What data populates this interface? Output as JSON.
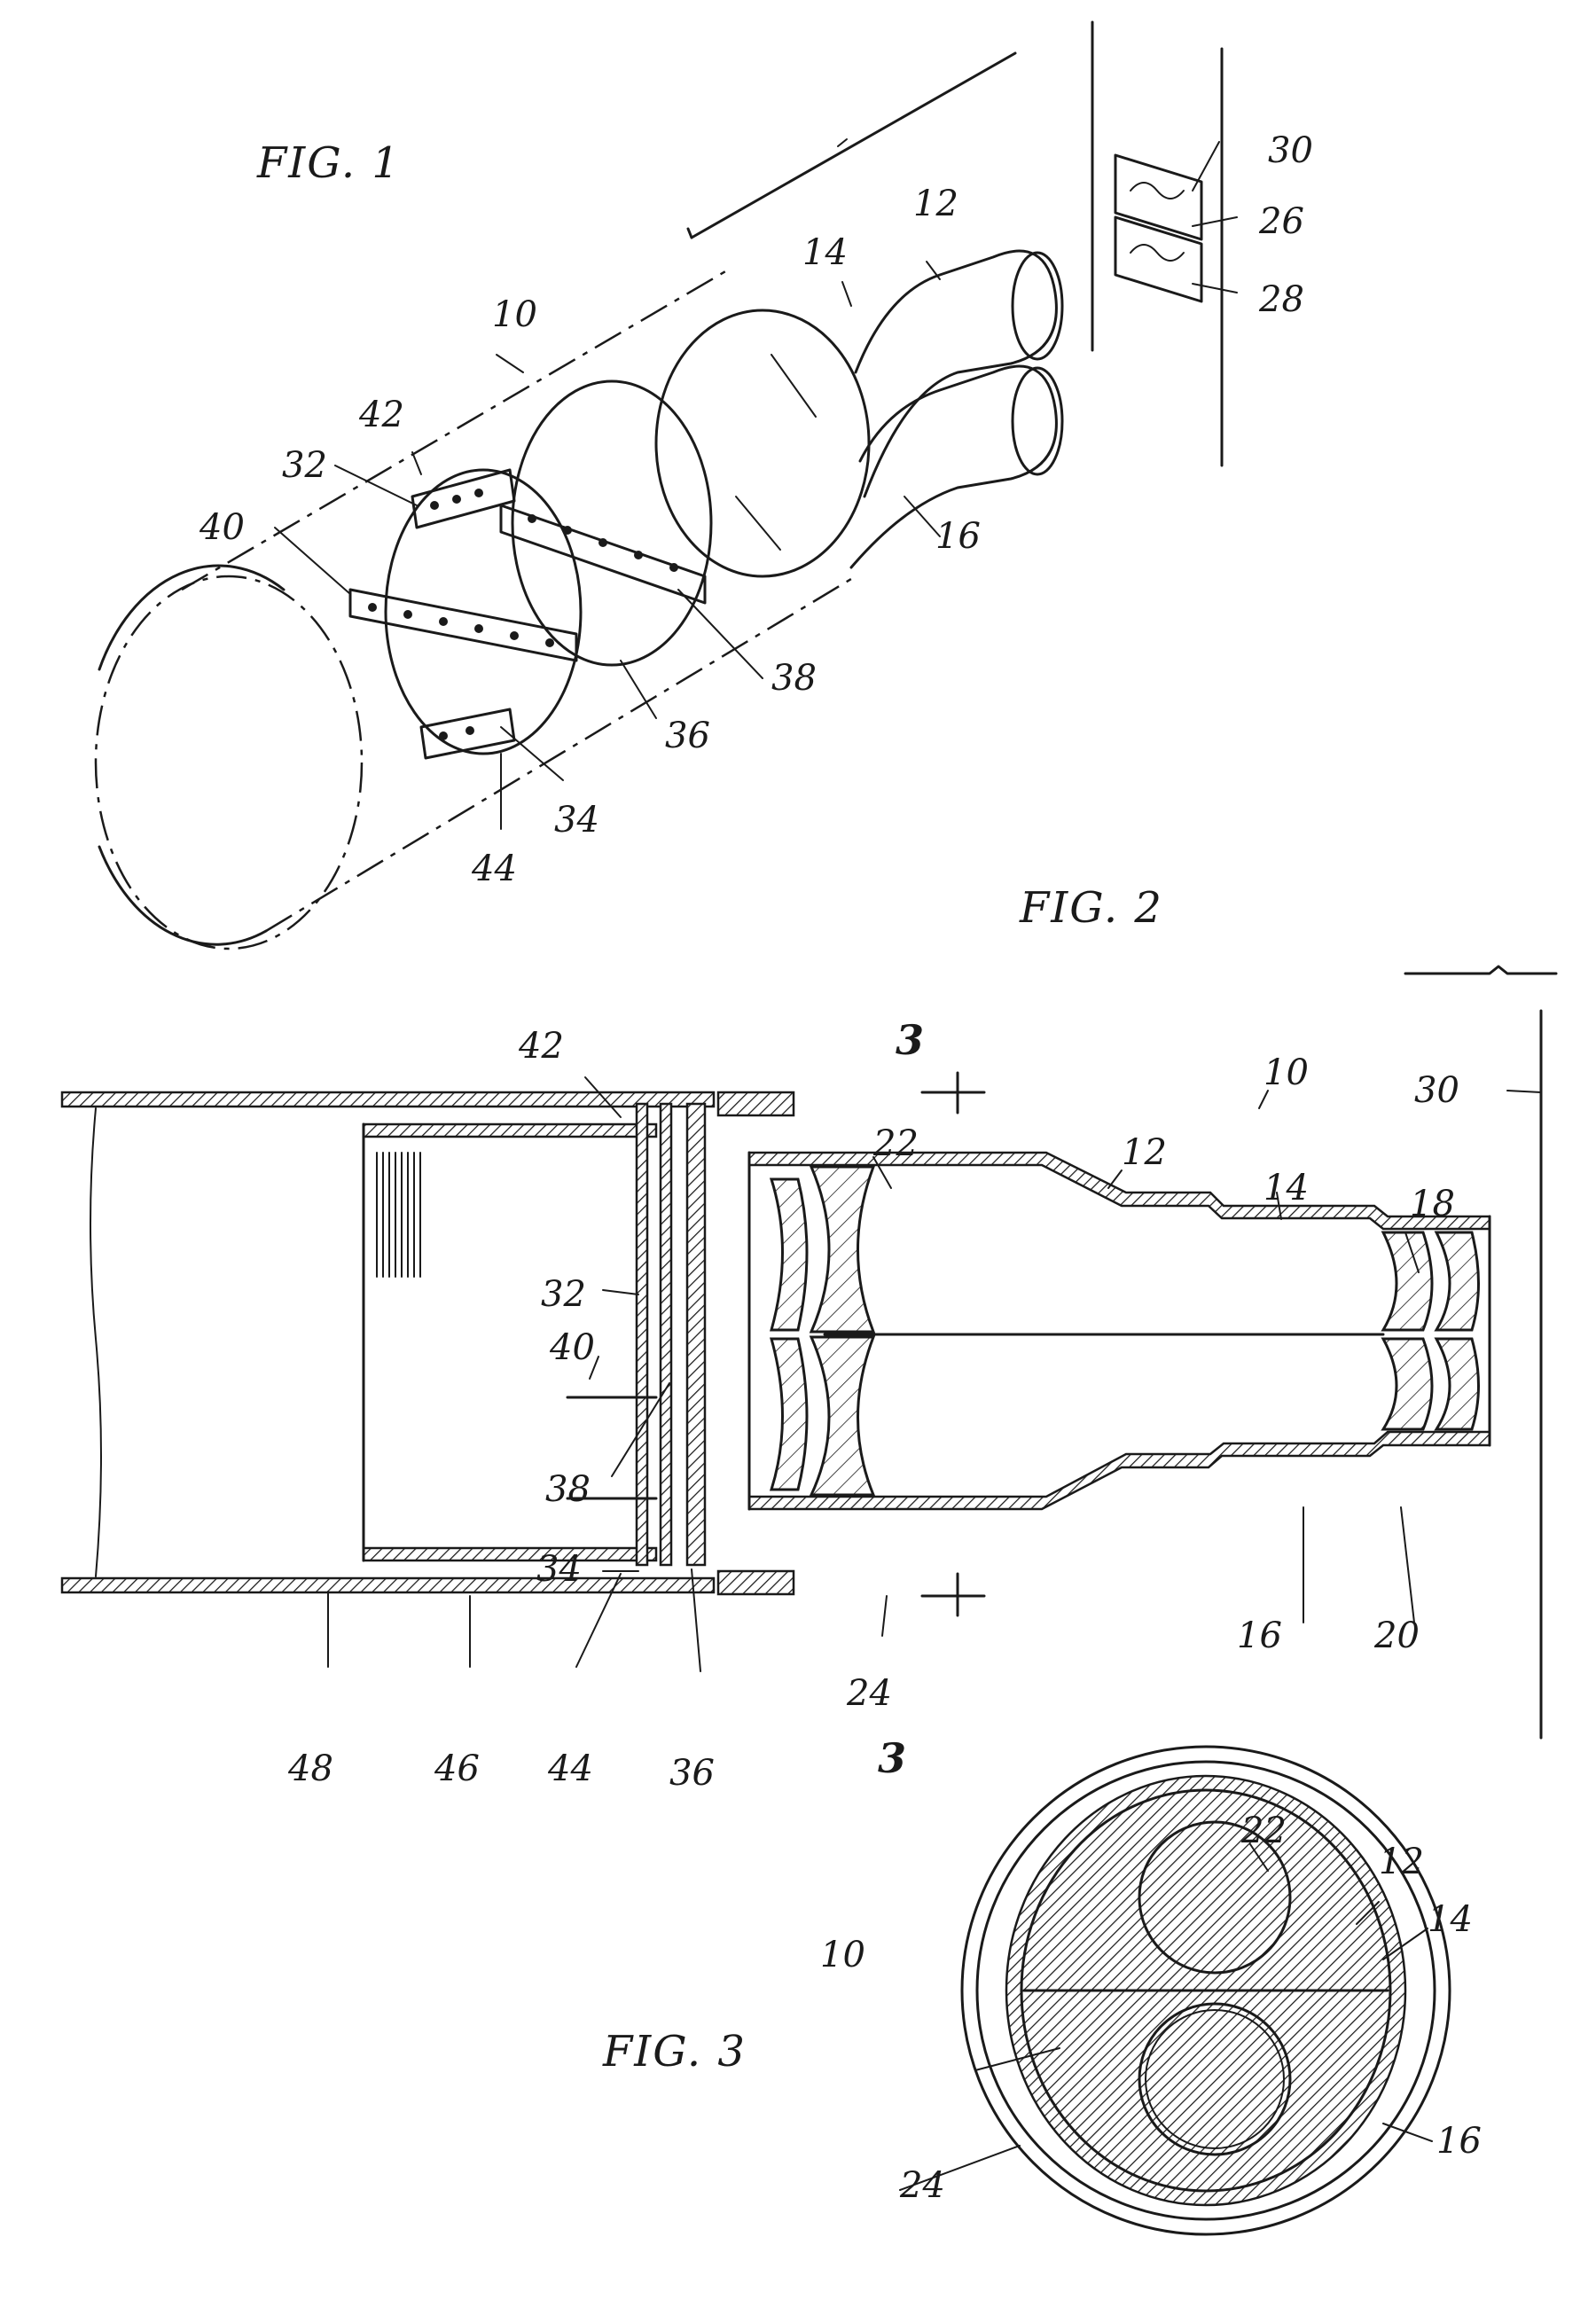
{
  "figures": {
    "fig1": "FIG. 1",
    "fig2": "FIG. 2",
    "fig3": "FIG. 3"
  },
  "labels": {
    "fig1": {
      "n30": "30",
      "n26": "26",
      "n28": "28",
      "n12": "12",
      "n14": "14",
      "n10": "10",
      "n42": "42",
      "n32": "32",
      "n40": "40",
      "n16": "16",
      "n38": "38",
      "n36": "36",
      "n34": "34",
      "n44": "44"
    },
    "fig2": {
      "n42": "42",
      "sec3top": "3",
      "n10": "10",
      "n30": "30",
      "n22": "22",
      "n12": "12",
      "n14": "14",
      "n18": "18",
      "n32": "32",
      "n40": "40",
      "n38": "38",
      "n34": "34",
      "n16": "16",
      "n20": "20",
      "n24": "24",
      "n48": "48",
      "n46": "46",
      "n44": "44",
      "n36": "36",
      "sec3bot": "3"
    },
    "fig3": {
      "n22": "22",
      "n12": "12",
      "n14": "14",
      "n10": "10",
      "n16": "16",
      "n24": "24"
    }
  }
}
